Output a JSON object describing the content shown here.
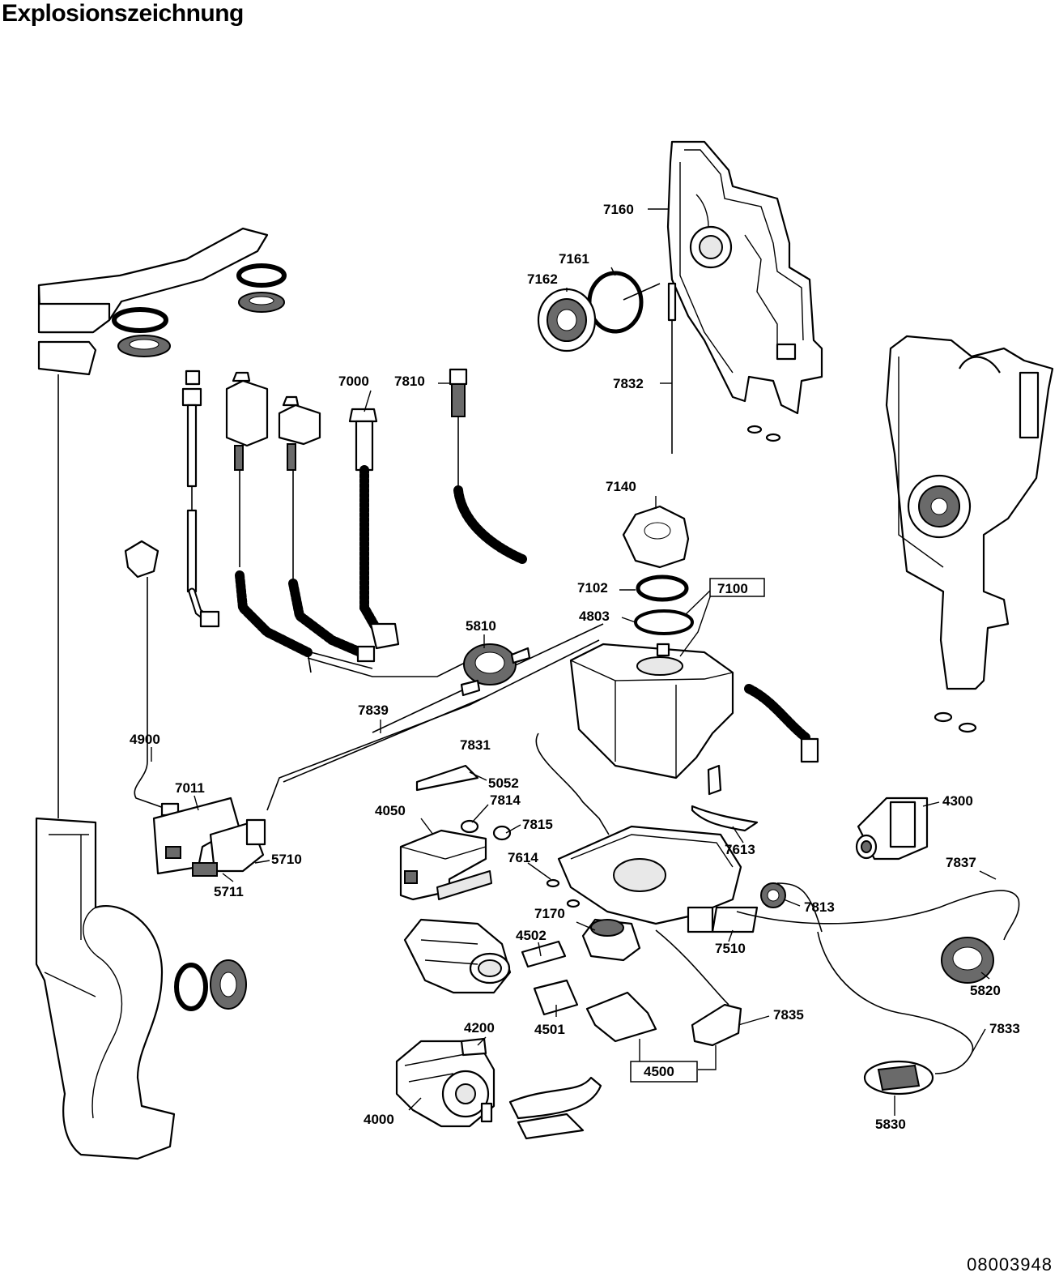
{
  "title": "Explosionszeichnung",
  "doc_id": "08003948",
  "labels": {
    "p7160": "7160",
    "p7161": "7161",
    "p7162": "7162",
    "p7832": "7832",
    "p7000": "7000",
    "p7810": "7810",
    "p7140": "7140",
    "p7102": "7102",
    "p7100": "7100",
    "p4803": "4803",
    "p5810": "5810",
    "p7839": "7839",
    "p4900": "4900",
    "p7831": "7831",
    "p5052": "5052",
    "p7011": "7011",
    "p4050": "4050",
    "p7814": "7814",
    "p7815": "7815",
    "p4300": "4300",
    "p7613": "7613",
    "p5710": "5710",
    "p5711": "5711",
    "p7614": "7614",
    "p7837": "7837",
    "p7813": "7813",
    "p7170": "7170",
    "p4502": "4502",
    "p7510": "7510",
    "p5820": "5820",
    "p4501": "4501",
    "p7835": "7835",
    "p4200": "4200",
    "p7833": "7833",
    "p4500": "4500",
    "p4000": "4000",
    "p5830": "5830"
  }
}
